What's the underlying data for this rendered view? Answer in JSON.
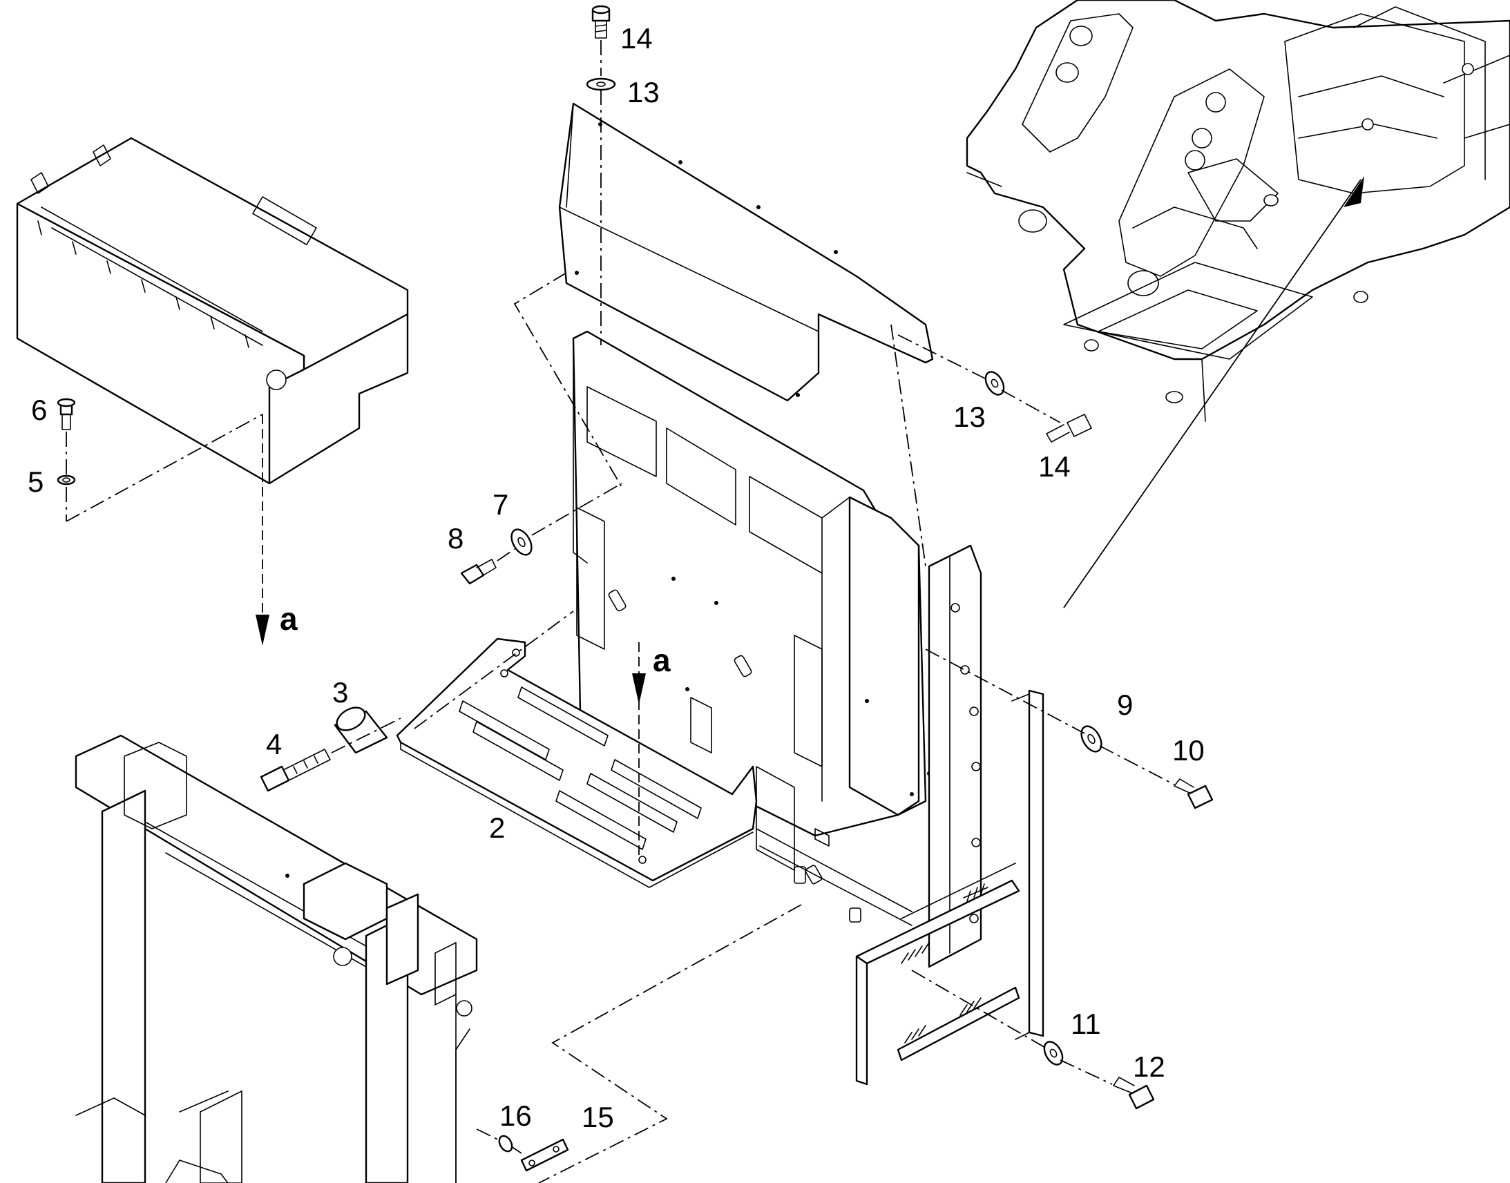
{
  "callouts": {
    "c2": "2",
    "c3": "3",
    "c4": "4",
    "c5": "5",
    "c6": "6",
    "c7": "7",
    "c8": "8",
    "c9": "9",
    "c10": "10",
    "c11": "11",
    "c12": "12",
    "c13_top": "13",
    "c13_right": "13",
    "c14_top": "14",
    "c14_right": "14",
    "c15": "15",
    "c16": "16"
  },
  "view_markers": {
    "left": "a",
    "center": "a"
  },
  "colors": {
    "line": "#000000",
    "background": "#ffffff"
  }
}
